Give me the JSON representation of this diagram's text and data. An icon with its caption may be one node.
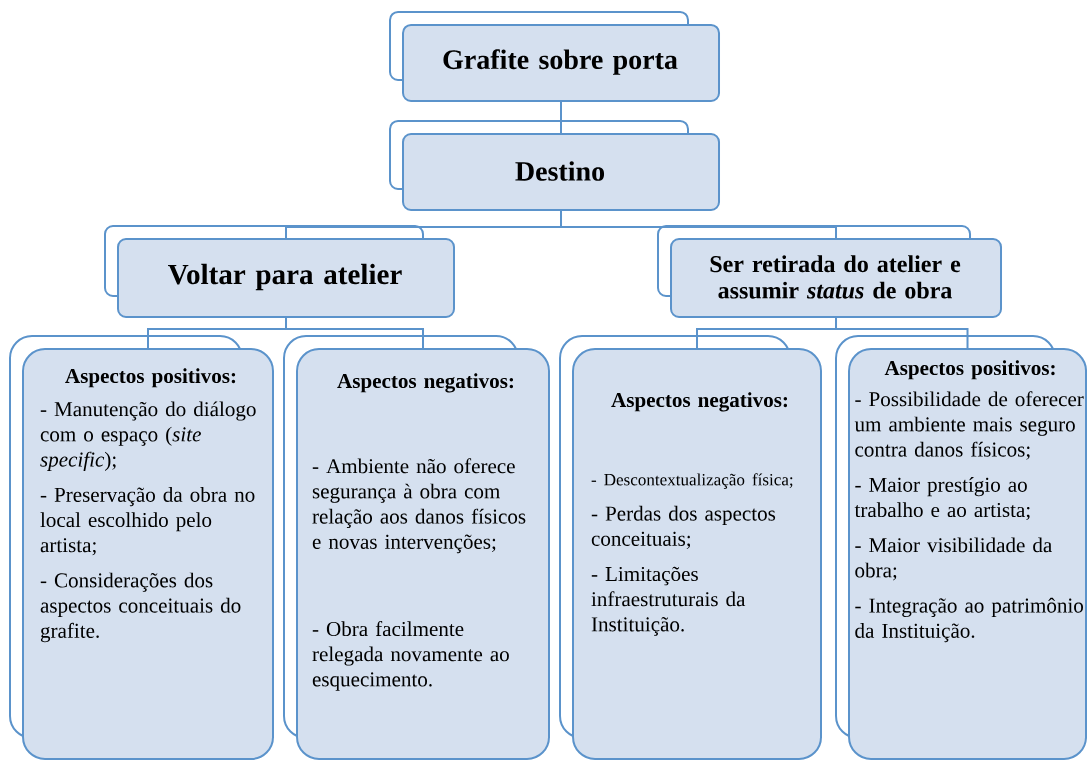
{
  "diagram": {
    "nodes": [
      {
        "text": [
          "Grafite sobre porta"
        ]
      },
      {
        "text": [
          "Destino"
        ]
      },
      {
        "text": [
          "Voltar para atelier"
        ]
      },
      {
        "text": [
          "Ser retirada do atelier e assumir *status* de obra"
        ]
      },
      {
        "text": [
          "Aspectos positivos:",
          "- Manutenção do diálogo com o espaço (*site specific*);",
          "- Preservação da obra no local escolhido pelo artista;",
          "- Considerações dos aspectos conceituais do grafite."
        ]
      },
      {
        "text": [
          "Aspectos negativos:",
          "- Ambiente não oferece segurança à obra com relação aos danos físicos e novas intervenções;",
          "- Obra facilmente relegada novamente ao esquecimento."
        ]
      },
      {
        "text": [
          "Aspectos negativos:",
          "- Descontextualização física;",
          "- Perdas dos aspectos conceituais;",
          "- Limitações infraestruturais da Instituição."
        ]
      },
      {
        "text": [
          "Aspectos positivos:",
          "- Possibilidade de oferecer um ambiente mais seguro contra danos físicos;",
          "- Maior prestígio ao trabalho e ao artista;",
          "- Maior visibilidade da obra;",
          "- Integração ao patrimônio da Instituição."
        ]
      }
    ],
    "edges": [
      {
        "from": 0,
        "to": 1,
        "arrow": "none"
      },
      {
        "from": 1,
        "to": 2,
        "arrow": "none"
      },
      {
        "from": 1,
        "to": 3,
        "arrow": "none"
      },
      {
        "from": 2,
        "to": 4,
        "arrow": "none"
      },
      {
        "from": 2,
        "to": 5,
        "arrow": "none"
      },
      {
        "from": 3,
        "to": 6,
        "arrow": "none"
      },
      {
        "from": 3,
        "to": 7,
        "arrow": "none"
      }
    ]
  }
}
